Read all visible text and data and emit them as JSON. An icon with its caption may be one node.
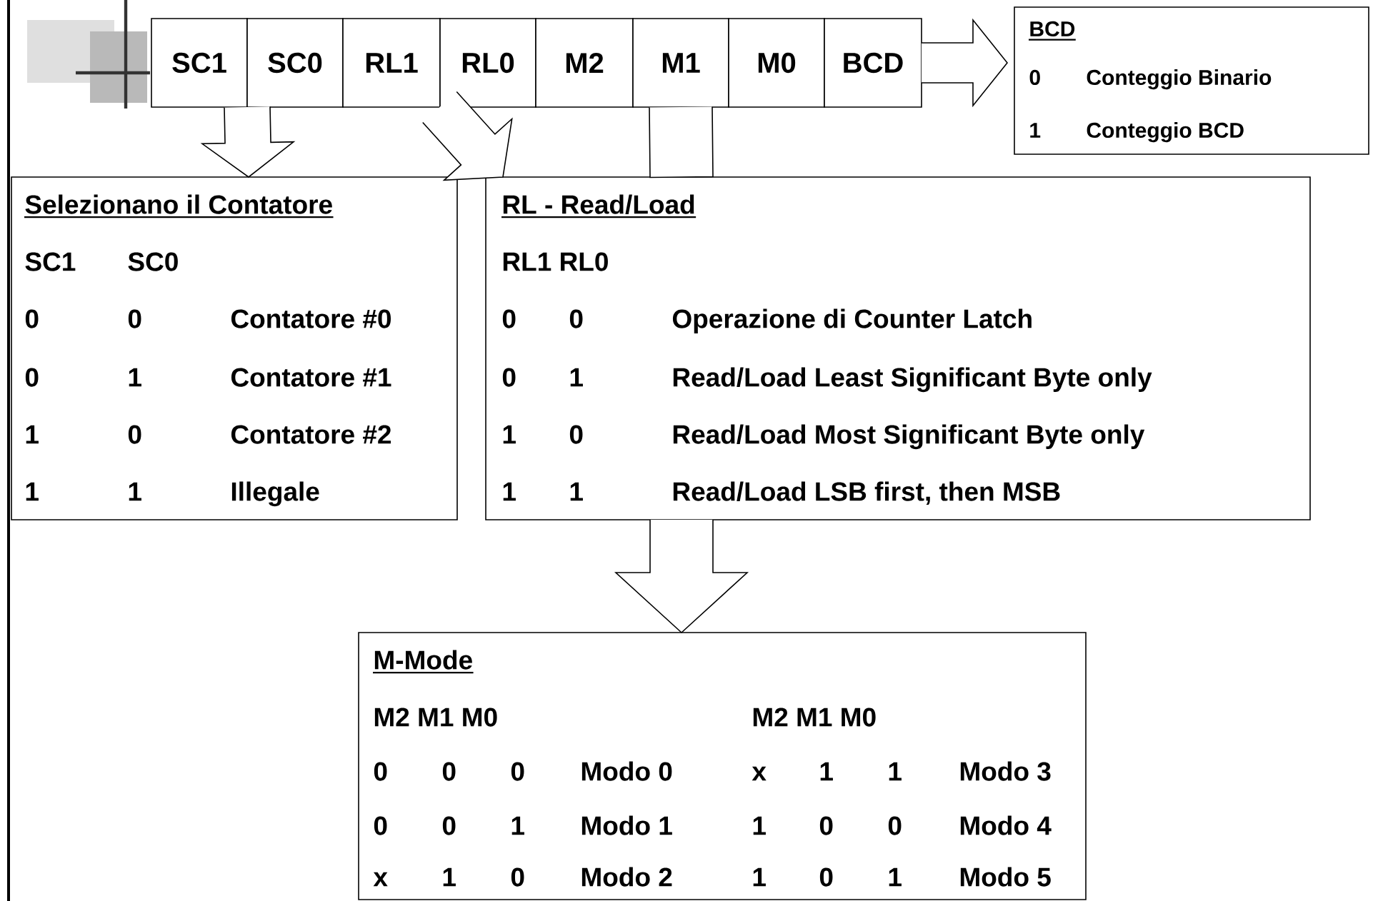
{
  "diagram": {
    "nodes": [
      {
        "text": [
          "SC1"
        ]
      },
      {
        "text": [
          "SC0"
        ]
      },
      {
        "text": [
          "RL1"
        ]
      },
      {
        "text": [
          "RL0"
        ]
      },
      {
        "text": [
          "M2"
        ]
      },
      {
        "text": [
          "M1"
        ]
      },
      {
        "text": [
          "M0"
        ]
      },
      {
        "text": [
          "BCD"
        ]
      },
      {
        "text": [
          "BCD",
          "0",
          "Conteggio Binario",
          "1",
          "Conteggio BCD"
        ]
      },
      {
        "text": [
          "Selezionano il Contatore",
          "SC1",
          "SC0",
          "0",
          "0",
          "Contatore #0",
          "0",
          "1",
          "Contatore #1",
          "1",
          "0",
          "Contatore #2",
          "1",
          "1",
          "Illegale"
        ]
      },
      {
        "text": [
          "RL - Read/Load",
          "RL1 RL0",
          "0",
          "0",
          "Operazione di Counter Latch",
          "0",
          "1",
          "Read/Load Least Significant Byte only",
          "1",
          "0",
          "Read/Load Most Significant Byte only",
          "1",
          "1",
          "Read/Load LSB first, then MSB"
        ]
      },
      {
        "text": [
          "M-Mode",
          "M2 M1 M0",
          "M2 M1 M0",
          "0",
          "0",
          "0",
          "Modo 0",
          "x",
          "1",
          "1",
          "Modo 3",
          "0",
          "0",
          "1",
          "Modo 1",
          "1",
          "0",
          "0",
          "Modo 4",
          "x",
          "1",
          "0",
          "Modo 2",
          "1",
          "0",
          "1",
          "Modo 5"
        ]
      }
    ],
    "edges": [
      {
        "from": 0,
        "to": 9,
        "arrow": "to"
      },
      {
        "from": 1,
        "to": 9,
        "arrow": "to"
      },
      {
        "from": 2,
        "to": 10,
        "arrow": "to"
      },
      {
        "from": 3,
        "to": 10,
        "arrow": "to"
      },
      {
        "from": 5,
        "to": 10,
        "arrow": "none"
      },
      {
        "from": 10,
        "to": 11,
        "arrow": "to"
      },
      {
        "from": 7,
        "to": 8,
        "arrow": "to"
      }
    ]
  }
}
